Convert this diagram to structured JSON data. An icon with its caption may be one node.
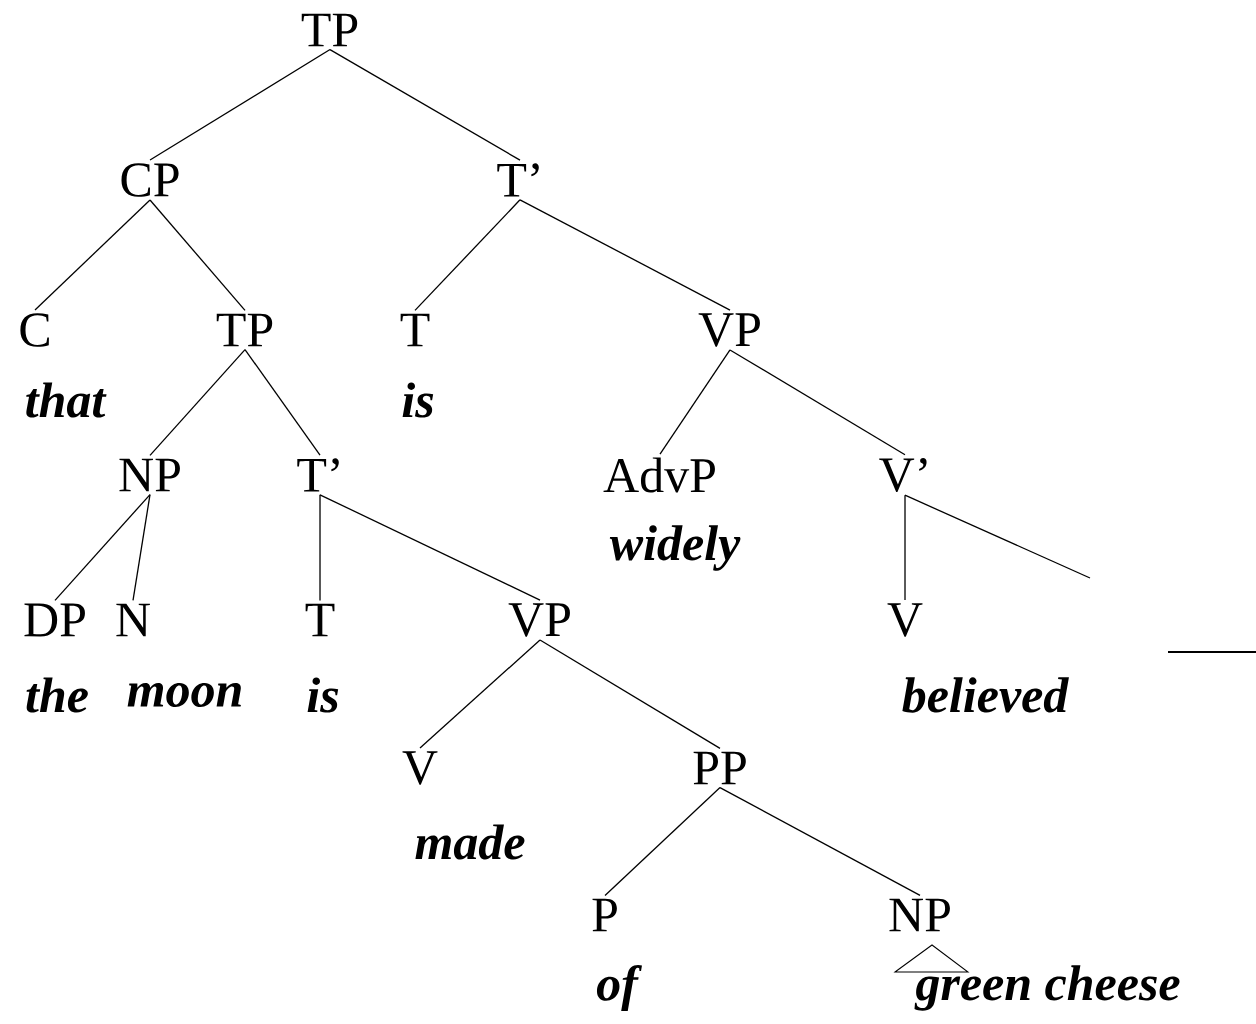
{
  "diagram": {
    "nodes": [
      {
        "text": [
          "TP"
        ]
      },
      {
        "text": [
          "CP"
        ]
      },
      {
        "text": [
          "T’"
        ]
      },
      {
        "text": [
          "C",
          "that"
        ]
      },
      {
        "text": [
          "TP"
        ]
      },
      {
        "text": [
          "T",
          "is"
        ]
      },
      {
        "text": [
          "VP"
        ]
      },
      {
        "text": [
          "NP"
        ]
      },
      {
        "text": [
          "T’"
        ]
      },
      {
        "text": [
          "AdvP",
          "widely"
        ]
      },
      {
        "text": [
          "V’"
        ]
      },
      {
        "text": [
          "DP",
          "the"
        ]
      },
      {
        "text": [
          "N",
          "moon"
        ]
      },
      {
        "text": [
          "T",
          "is"
        ]
      },
      {
        "text": [
          "VP"
        ]
      },
      {
        "text": [
          "V",
          "believed"
        ]
      },
      {
        "text": [
          "V",
          "made"
        ]
      },
      {
        "text": [
          "PP"
        ]
      },
      {
        "text": [
          "P",
          "of"
        ]
      },
      {
        "text": [
          "NP",
          "green cheese"
        ]
      }
    ],
    "edges": [
      {
        "from": 0,
        "to": 1,
        "arrow": "none"
      },
      {
        "from": 0,
        "to": 2,
        "arrow": "none"
      },
      {
        "from": 1,
        "to": 3,
        "arrow": "none"
      },
      {
        "from": 1,
        "to": 4,
        "arrow": "none"
      },
      {
        "from": 2,
        "to": 5,
        "arrow": "none"
      },
      {
        "from": 2,
        "to": 6,
        "arrow": "none"
      },
      {
        "from": 4,
        "to": 7,
        "arrow": "none"
      },
      {
        "from": 4,
        "to": 8,
        "arrow": "none"
      },
      {
        "from": 6,
        "to": 9,
        "arrow": "none"
      },
      {
        "from": 6,
        "to": 10,
        "arrow": "none"
      },
      {
        "from": 7,
        "to": 11,
        "arrow": "none"
      },
      {
        "from": 7,
        "to": 12,
        "arrow": "none"
      },
      {
        "from": 8,
        "to": 13,
        "arrow": "none"
      },
      {
        "from": 8,
        "to": 14,
        "arrow": "none"
      },
      {
        "from": 10,
        "to": 15,
        "arrow": "none"
      },
      {
        "from": 10,
        "to": null,
        "arrow": "none"
      },
      {
        "from": 14,
        "to": 16,
        "arrow": "none"
      },
      {
        "from": 14,
        "to": 17,
        "arrow": "none"
      },
      {
        "from": 17,
        "to": 18,
        "arrow": "none"
      },
      {
        "from": 17,
        "to": 19,
        "arrow": "none"
      }
    ]
  }
}
